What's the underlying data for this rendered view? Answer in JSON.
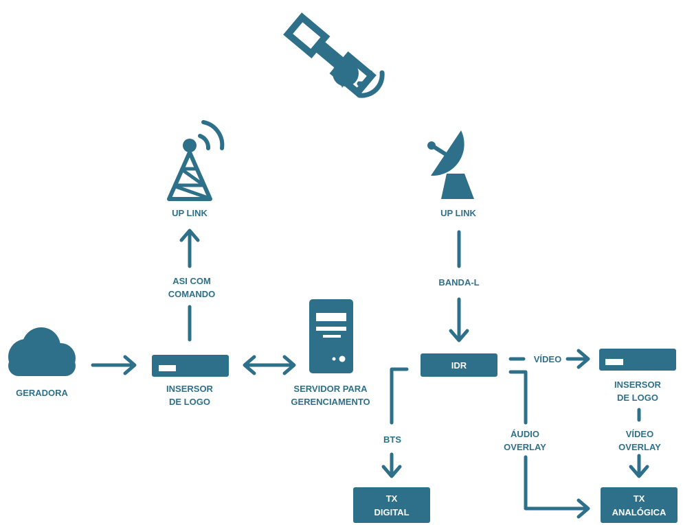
{
  "colors": {
    "primary": "#2e7089",
    "background": "#ffffff",
    "text_on_box": "#ffffff"
  },
  "icons": {
    "satellite": "satellite-icon",
    "tower": "antenna-tower-icon",
    "dish": "satellite-dish-icon",
    "cloud": "cloud-icon",
    "server": "server-tower-icon"
  },
  "nodes": {
    "geradora": "GERADORA",
    "insersor_logo_left": [
      "INSERSOR",
      "DE LOGO"
    ],
    "servidor": [
      "SERVIDOR PARA",
      "GERENCIAMENTO"
    ],
    "uplink_left": "UP LINK",
    "uplink_right": "UP LINK",
    "idr": "IDR",
    "insersor_logo_right": [
      "INSERSOR",
      "DE LOGO"
    ],
    "tx_digital": [
      "TX",
      "DIGITAL"
    ],
    "tx_analogica": [
      "TX",
      "ANALÓGICA"
    ]
  },
  "edges": {
    "asi_com_comando": [
      "ASI COM",
      "COMANDO"
    ],
    "banda_l": "BANDA-L",
    "video": "VÍDEO",
    "bts": "BTS",
    "audio_overlay": [
      "ÁUDIO",
      "OVERLAY"
    ],
    "video_overlay": [
      "VÍDEO",
      "OVERLAY"
    ]
  }
}
